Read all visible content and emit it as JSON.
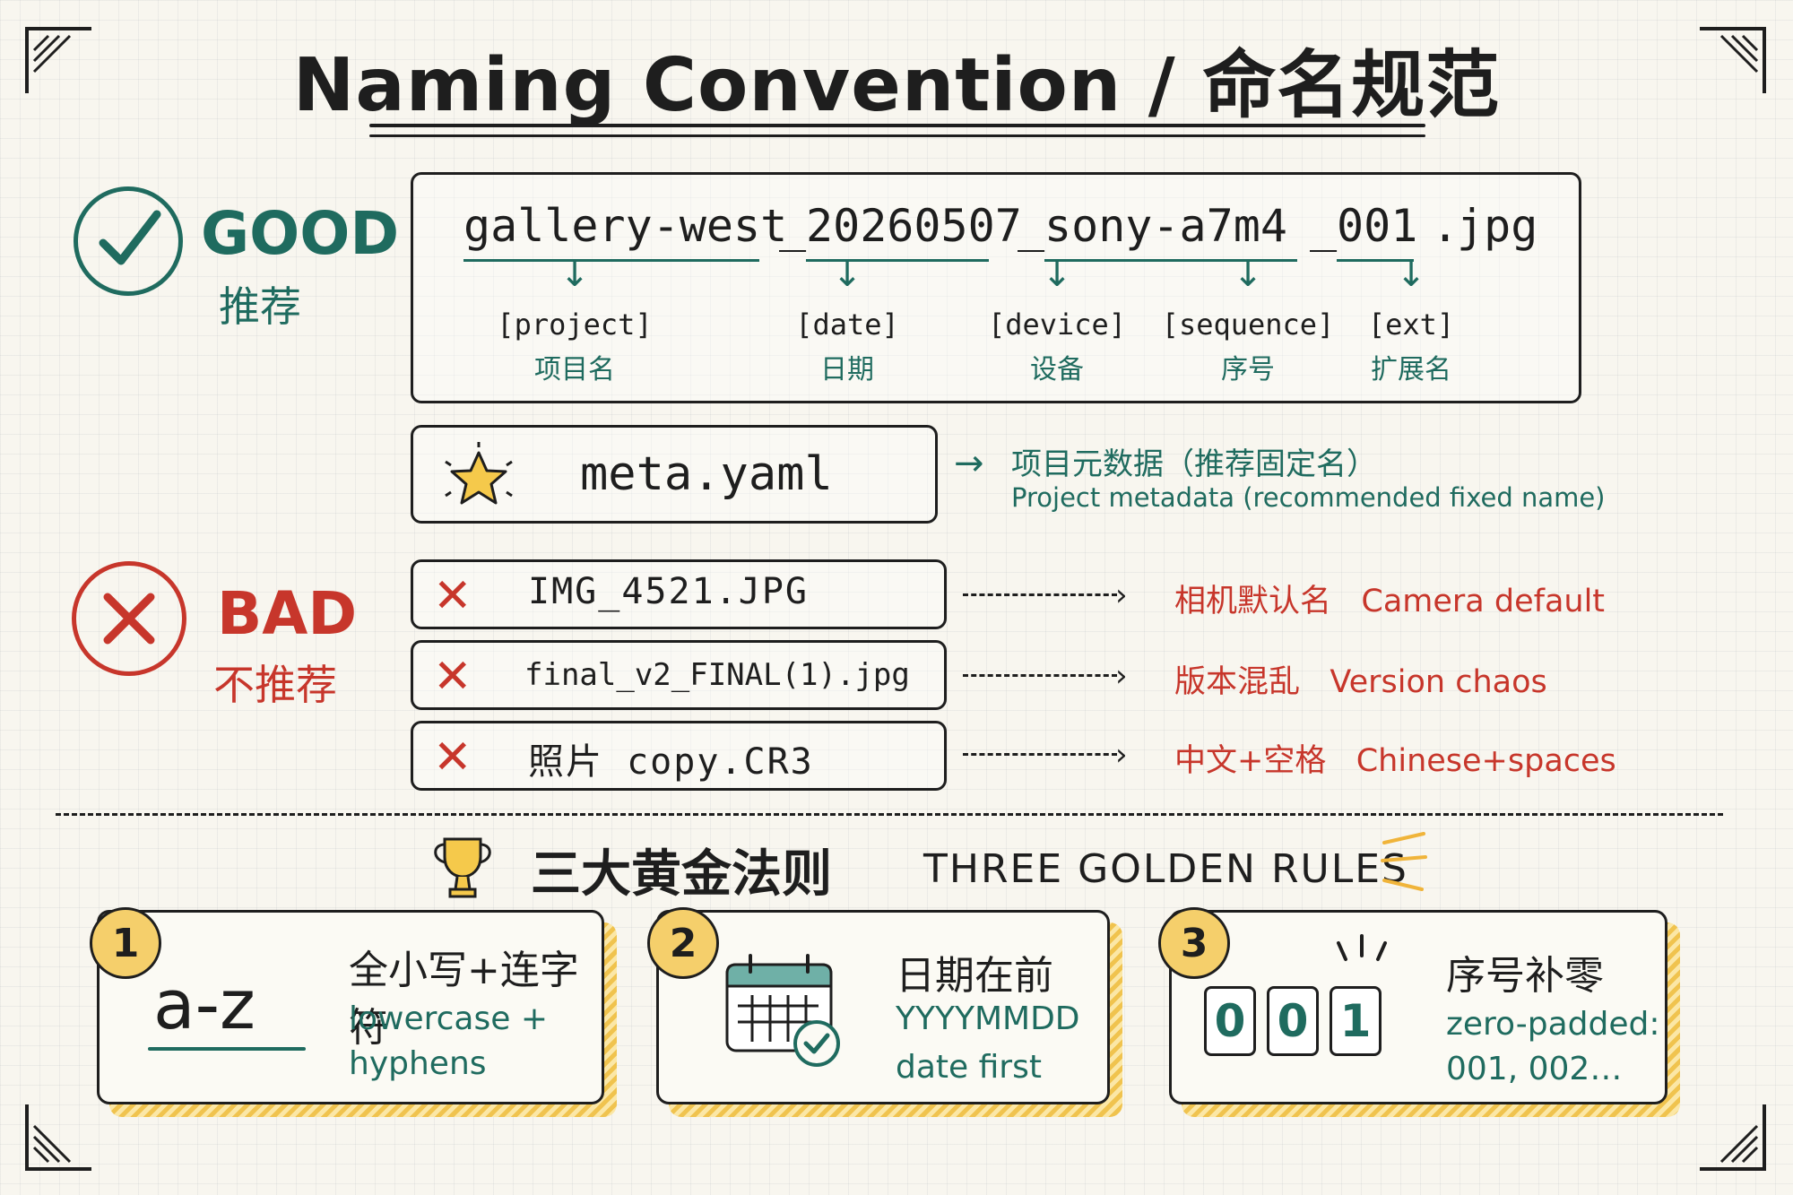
{
  "title": "Naming Convention / 命名规范",
  "colors": {
    "good": "#1f6b5f",
    "bad": "#c7362b",
    "accent": "#f5cf6b",
    "ink": "#1e1e1e"
  },
  "good": {
    "badge": "GOOD",
    "badge_zh": "推荐",
    "icon": "check-circle-icon",
    "filename_parts": [
      "gallery-west",
      "_",
      "20260507",
      "_",
      "sony-a7m4",
      "_",
      "001",
      ".",
      "jpg"
    ],
    "segments": [
      {
        "en": "[project]",
        "zh": "项目名"
      },
      {
        "en": "[date]",
        "zh": "日期"
      },
      {
        "en": "[device]",
        "zh": "设备"
      },
      {
        "en": "[sequence]",
        "zh": "序号"
      },
      {
        "en": "[ext]",
        "zh": "扩展名"
      }
    ]
  },
  "meta": {
    "icon": "star-icon",
    "filename": "meta.yaml",
    "note_zh": "项目元数据（推荐固定名）",
    "note_en": "Project metadata (recommended fixed name)"
  },
  "bad": {
    "badge": "BAD",
    "badge_zh": "不推荐",
    "icon": "x-circle-icon",
    "items": [
      {
        "filename": "IMG_4521.JPG",
        "note_zh": "相机默认名",
        "note_en": "Camera default"
      },
      {
        "filename": "final_v2_FINAL(1).jpg",
        "note_zh": "版本混乱",
        "note_en": "Version chaos"
      },
      {
        "filename": "照片 copy.CR3",
        "note_zh": "中文+空格",
        "note_en": "Chinese+spaces"
      }
    ]
  },
  "rules": {
    "icon": "trophy-icon",
    "title_zh": "三大黄金法则",
    "title_en": "THREE GOLDEN RULES",
    "items": [
      {
        "num": "1",
        "visual": "a-z",
        "zh": "全小写+连字符",
        "en1": "lowercase +",
        "en2": "hyphens"
      },
      {
        "num": "2",
        "icon": "calendar-check-icon",
        "zh": "日期在前",
        "en1": "YYYYMMDD",
        "en2": "date first"
      },
      {
        "num": "3",
        "digits": [
          "0",
          "0",
          "1"
        ],
        "zh": "序号补零",
        "en1": "zero-padded:",
        "en2": "001, 002…"
      }
    ]
  }
}
